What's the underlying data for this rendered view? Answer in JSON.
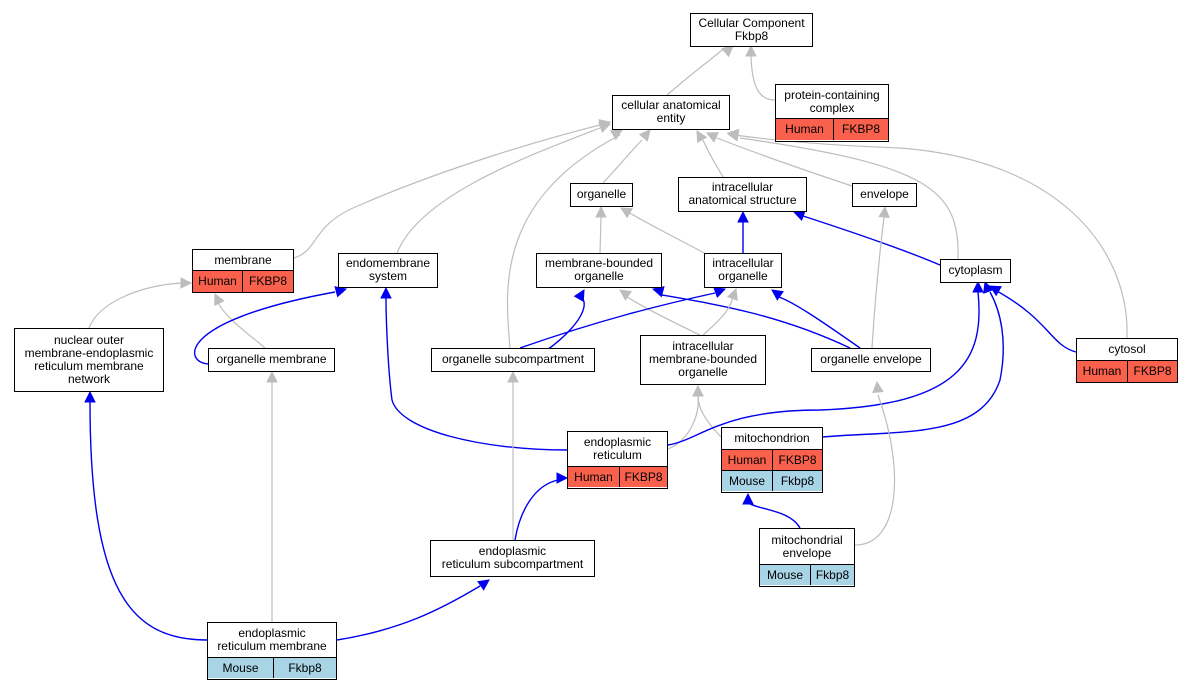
{
  "graph": {
    "colors": {
      "is_a": "#bdbdbd",
      "part_of": "#0000ee",
      "human": "#f9614c",
      "mouse": "#a8d4e5"
    },
    "nodes": {
      "root": {
        "label": "Cellular Component\nFkbp8"
      },
      "cae": {
        "label": "cellular anatomical\nentity"
      },
      "pcc": {
        "label": "protein-containing\ncomplex",
        "annotations": [
          [
            "Human",
            "FKBP8"
          ]
        ]
      },
      "organelle": {
        "label": "organelle"
      },
      "ias": {
        "label": "intracellular\nanatomical structure"
      },
      "envelope": {
        "label": "envelope"
      },
      "membrane": {
        "label": "membrane",
        "annotations": [
          [
            "Human",
            "FKBP8"
          ]
        ]
      },
      "endo": {
        "label": "endomembrane\nsystem"
      },
      "mbo": {
        "label": "membrane-bounded\norganelle"
      },
      "io": {
        "label": "intracellular\norganelle"
      },
      "cyto": {
        "label": "cytoplasm"
      },
      "nuc": {
        "label": "nuclear outer\nmembrane-endoplasmic\nreticulum membrane\nnetwork"
      },
      "om": {
        "label": "organelle membrane"
      },
      "os": {
        "label": "organelle subcompartment"
      },
      "imbo": {
        "label": "intracellular\nmembrane-bounded\norganelle"
      },
      "oe": {
        "label": "organelle envelope"
      },
      "cytosol": {
        "label": "cytosol",
        "annotations": [
          [
            "Human",
            "FKBP8"
          ]
        ]
      },
      "er": {
        "label": "endoplasmic\nreticulum",
        "annotations": [
          [
            "Human",
            "FKBP8"
          ]
        ]
      },
      "mito": {
        "label": "mitochondrion",
        "annotations": [
          [
            "Human",
            "FKBP8"
          ],
          [
            "Mouse",
            "Fkbp8"
          ]
        ]
      },
      "mitoenv": {
        "label": "mitochondrial\nenvelope",
        "annotations": [
          [
            "Mouse",
            "Fkbp8"
          ]
        ]
      },
      "ersub": {
        "label": "endoplasmic\nreticulum subcompartment"
      },
      "erm": {
        "label": "endoplasmic\nreticulum membrane",
        "annotations": [
          [
            "Mouse",
            "Fkbp8"
          ]
        ]
      }
    }
  }
}
